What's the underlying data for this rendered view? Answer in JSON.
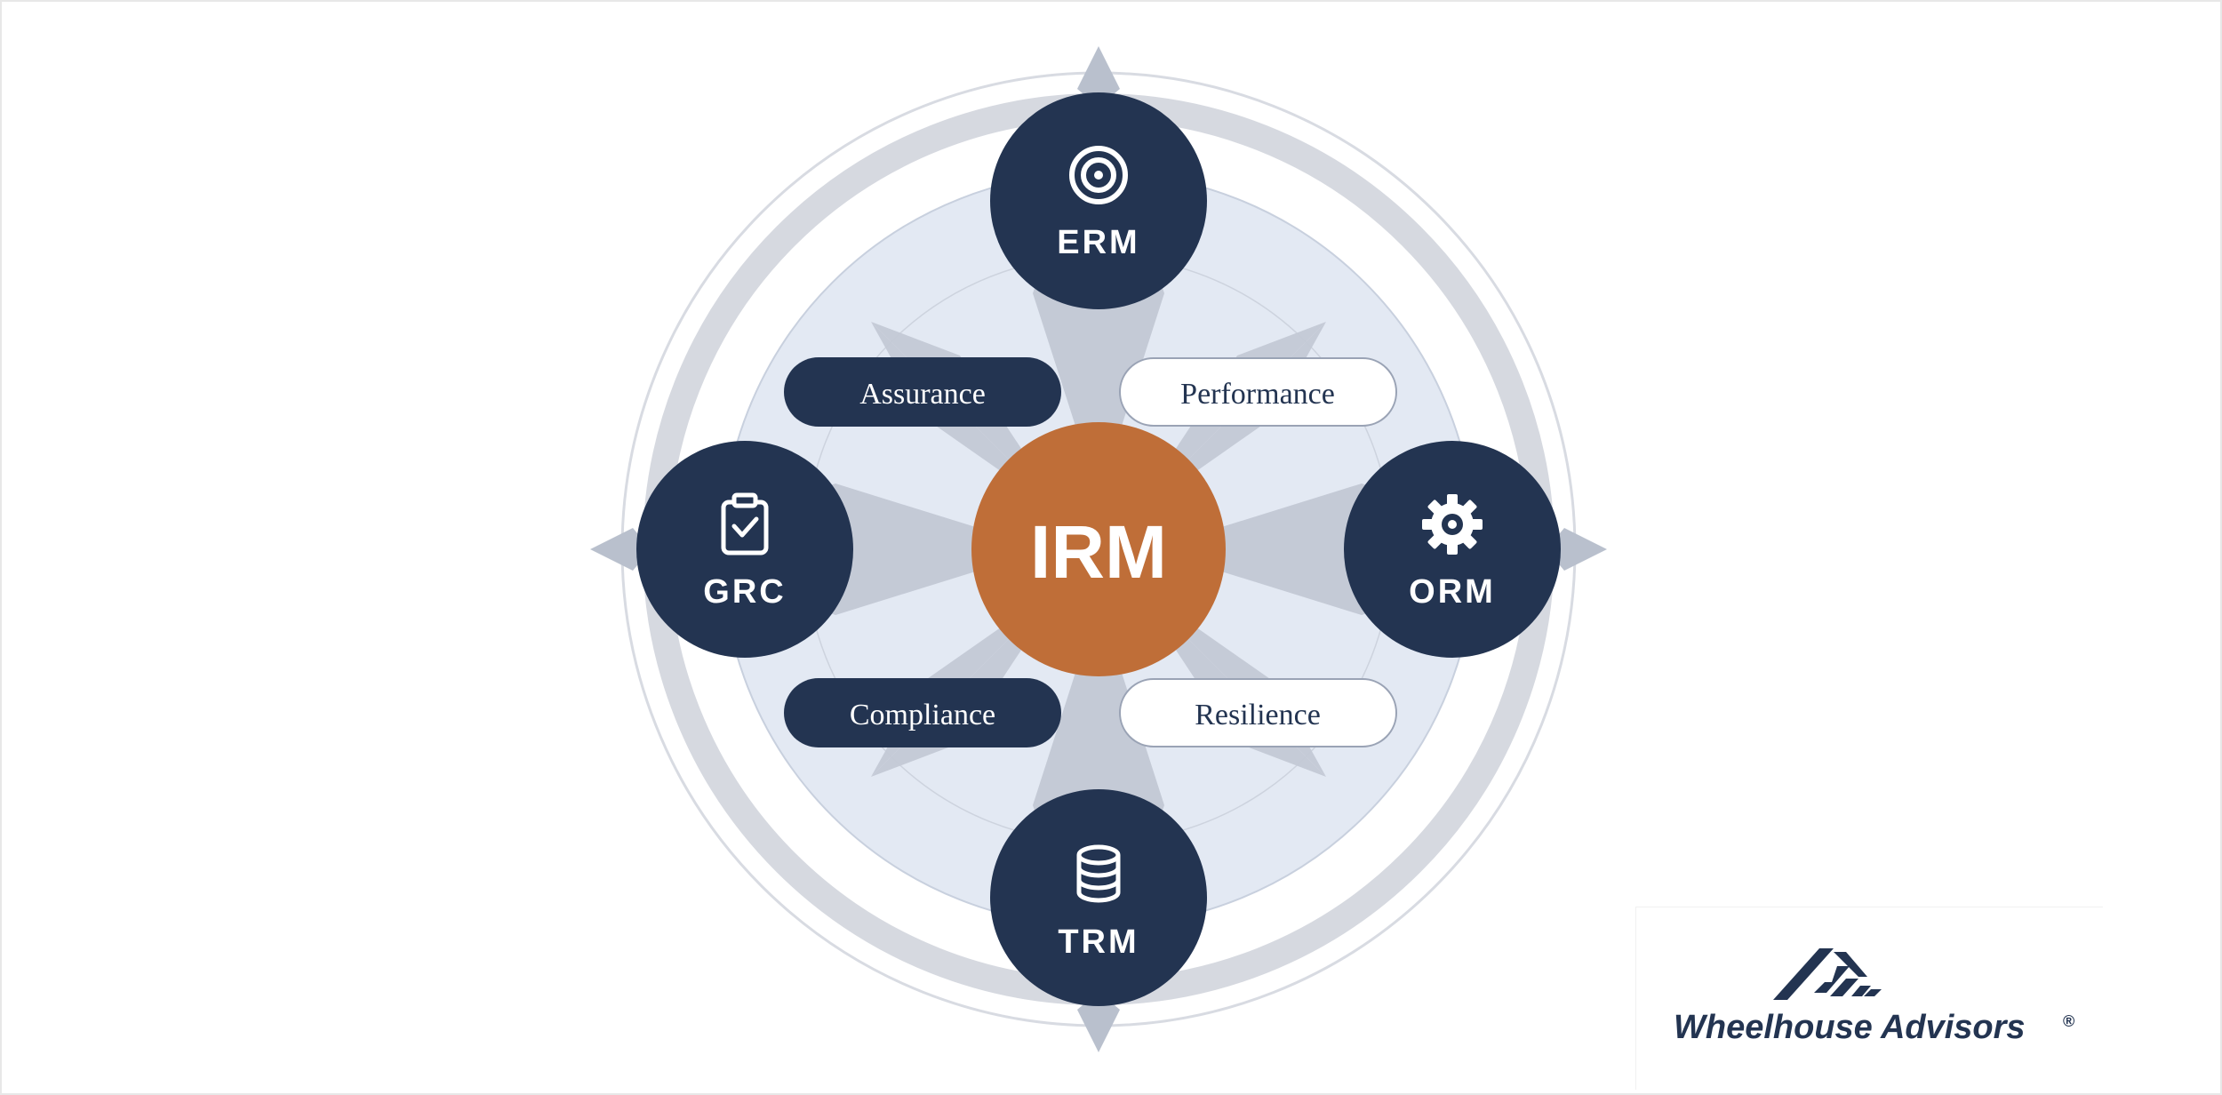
{
  "diagram": {
    "center": {
      "label": "IRM",
      "color": "#BF6E38"
    },
    "nodes": {
      "top": {
        "label": "ERM",
        "icon": "target-icon"
      },
      "left": {
        "label": "GRC",
        "icon": "clipboard-check-icon"
      },
      "right": {
        "label": "ORM",
        "icon": "gear-icon"
      },
      "bottom": {
        "label": "TRM",
        "icon": "database-icon"
      }
    },
    "pills": {
      "top_left": {
        "label": "Assurance",
        "style": "filled"
      },
      "top_right": {
        "label": "Performance",
        "style": "outline"
      },
      "bottom_left": {
        "label": "Compliance",
        "style": "filled"
      },
      "bottom_right": {
        "label": "Resilience",
        "style": "outline"
      }
    },
    "colors": {
      "navy": "#233451",
      "orange": "#BF6E38",
      "light_fill": "#E3E9F3",
      "ring_gray": "#D6D9E0",
      "star_gray": "#C4CAD6"
    }
  },
  "logo": {
    "brand_name": "Wheelhouse Advisors",
    "registered_mark": "®",
    "icon": "wheelhouse-logo-icon"
  }
}
